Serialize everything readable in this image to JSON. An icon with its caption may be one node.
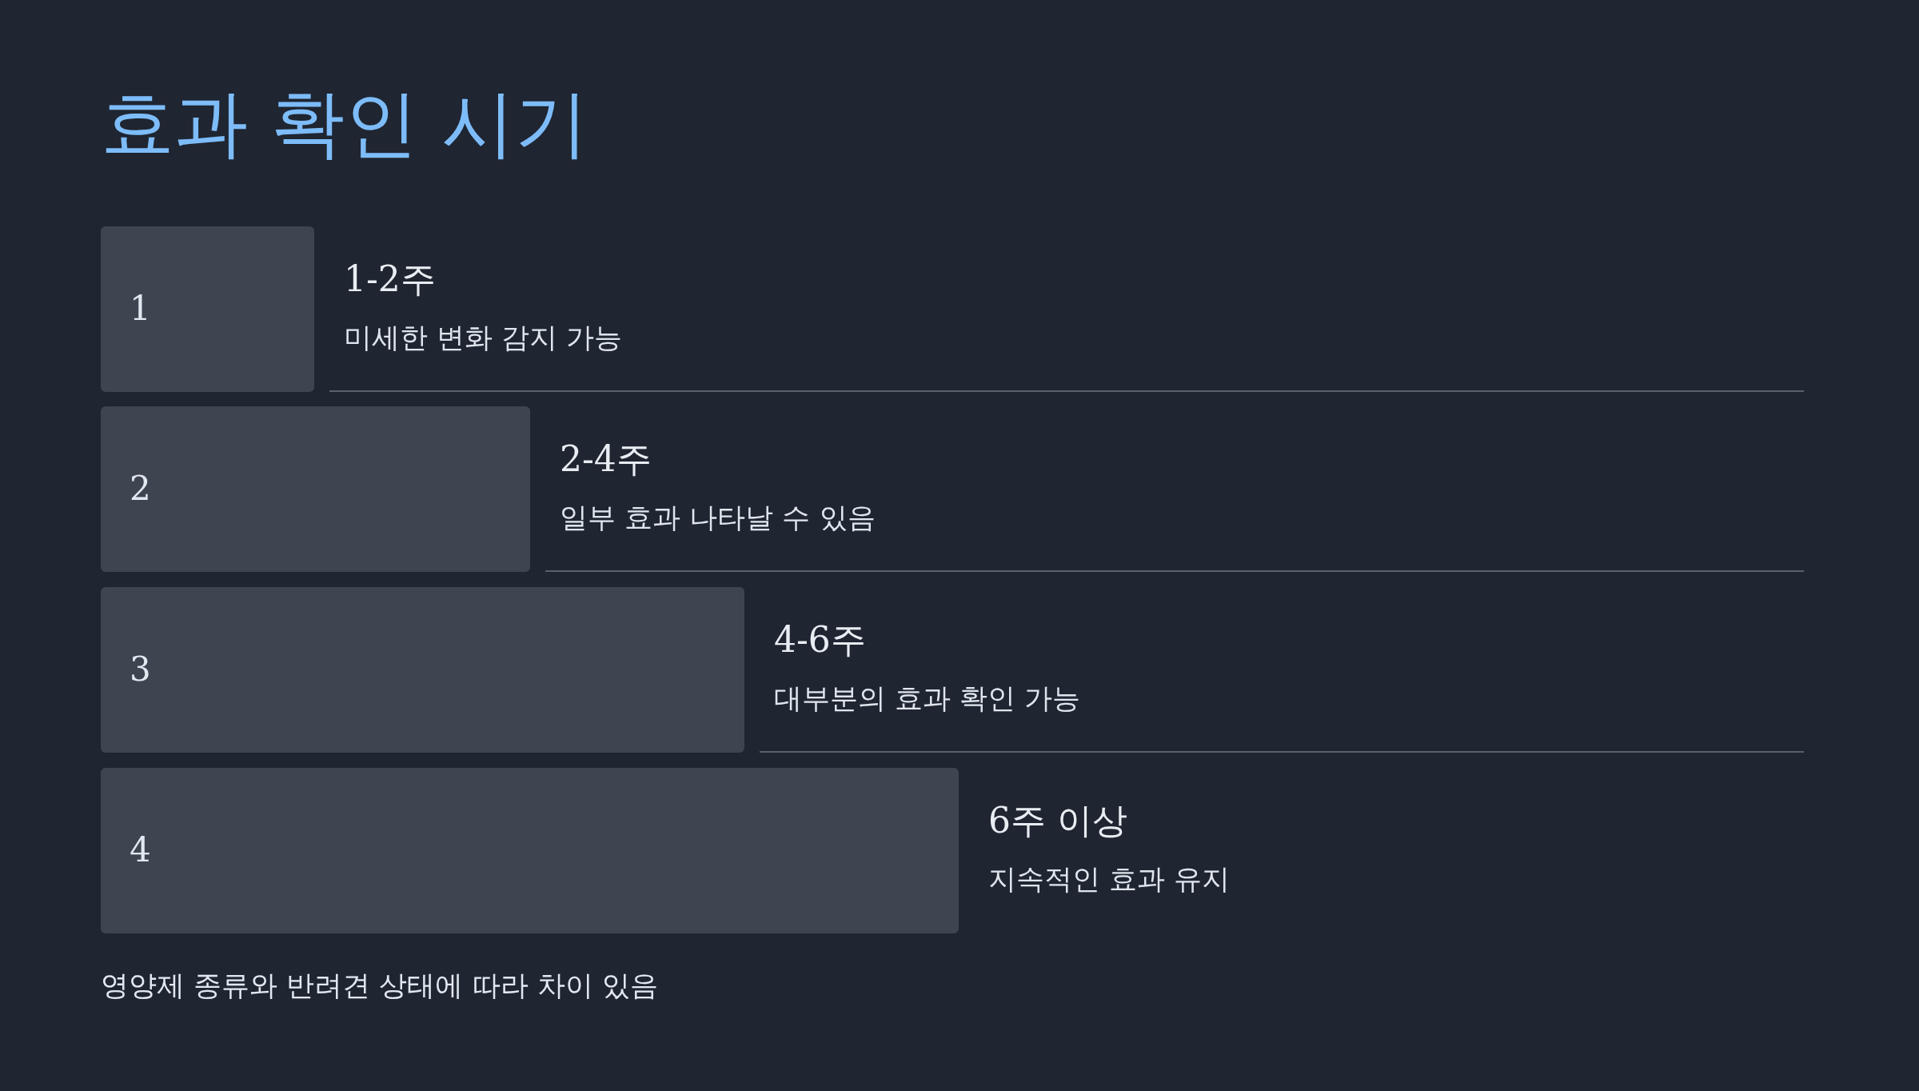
{
  "diagram": {
    "title": "효과 확인 시기",
    "nodes": [
      {
        "text": [
          "1"
        ],
        "beside": [
          "1-2주",
          "미세한 변화 감지 가능"
        ]
      },
      {
        "text": [
          "2"
        ],
        "beside": [
          "2-4주",
          "일부 효과 나타날 수 있음"
        ]
      },
      {
        "text": [
          "3"
        ],
        "beside": [
          "4-6주",
          "대부분의 효과 확인 가능"
        ]
      },
      {
        "text": [
          "4"
        ],
        "beside": [
          "6주 이상",
          "지속적인 효과 유지"
        ]
      }
    ],
    "caption": "영양제 종류와 반려견 상태에 따라 차이 있음"
  }
}
